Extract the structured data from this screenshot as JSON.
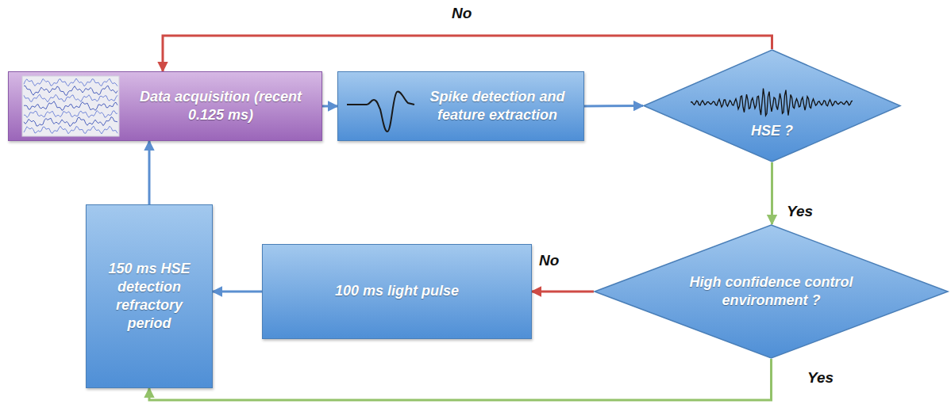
{
  "diagram": {
    "nodes": [
      {
        "text": [
          "Data acquisition (recent 0.125 ms)"
        ]
      },
      {
        "text": [
          "Spike detection and feature extraction"
        ]
      },
      {
        "text": [
          "HSE ?"
        ]
      },
      {
        "text": [
          "High confidence control environment ?"
        ]
      },
      {
        "text": [
          "100 ms light pulse"
        ]
      },
      {
        "text": [
          "150 ms HSE detection refractory period"
        ]
      }
    ],
    "edges": [
      {
        "from": 0,
        "to": 1,
        "arrow": "to"
      },
      {
        "from": 1,
        "to": 2,
        "arrow": "to"
      },
      {
        "from": 2,
        "to": 0,
        "label": "No",
        "arrow": "to"
      },
      {
        "from": 2,
        "to": 3,
        "label": "Yes",
        "arrow": "to"
      },
      {
        "from": 3,
        "to": 4,
        "label": "No",
        "arrow": "to"
      },
      {
        "from": 3,
        "to": 5,
        "label": "Yes",
        "arrow": "to"
      },
      {
        "from": 4,
        "to": 5,
        "arrow": "to"
      },
      {
        "from": 5,
        "to": 0,
        "arrow": "to"
      }
    ]
  }
}
